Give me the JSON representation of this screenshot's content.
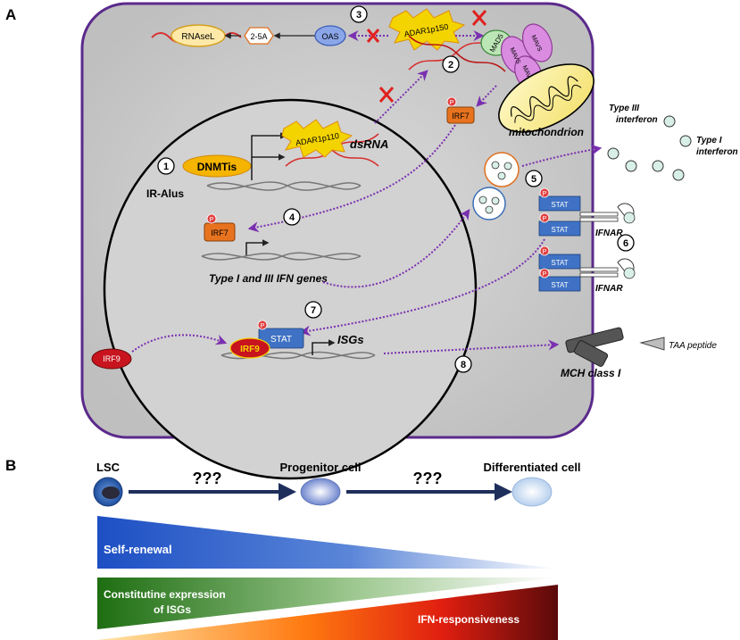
{
  "panels": {
    "a": "A",
    "b": "B"
  },
  "steps": [
    "1",
    "2",
    "3",
    "4",
    "5",
    "6",
    "7",
    "8"
  ],
  "labels": {
    "rnasel": "RNAseL",
    "two_5a": "2-5A",
    "oas": "OAS",
    "adar_p150": "ADAR1p150",
    "adar_p110": "ADAR1p110",
    "mad5": "MAD5",
    "mavs": "MAVS",
    "mitochondrion": "mitochondrion",
    "irf7": "IRF7",
    "phospho": "P",
    "dnmtis": "DNMTis",
    "ir_alus": "IR-Alus",
    "dsrna": "dsRNA",
    "type3_line1": "Type III",
    "type3_line2": "interferon",
    "type1_line1": "Type I",
    "type1_line2": "interferon",
    "stat": "STAT",
    "ifnar": "IFNAR",
    "ifn_genes": "Type I and III IFN genes",
    "irf9": "IRF9",
    "isgs": "ISGs",
    "taa": "TAA peptide",
    "mhc": "MCH class I"
  },
  "panel_b": {
    "lsc": "LSC",
    "progenitor": "Progenitor cell",
    "differentiated": "Differentiated cell",
    "unknown": "???",
    "self_renewal": "Self-renewal",
    "constitutive_line1": "Constitutine expression",
    "constitutive_line2": "of ISGs",
    "ifn_responsiveness": "IFN-responsiveness"
  },
  "colors": {
    "cell_border": "#5b2a8c",
    "cytoplasm": "#d0d0d0",
    "arrow": "#7a2fb0",
    "inhibit": "#e02020",
    "adar": "#f4d400",
    "mavs": "#d98ce0",
    "irf7": "#e8731f",
    "irf9": "#c8141e",
    "stat": "#3f72c4",
    "arrow_b": "#1f2f5c"
  }
}
